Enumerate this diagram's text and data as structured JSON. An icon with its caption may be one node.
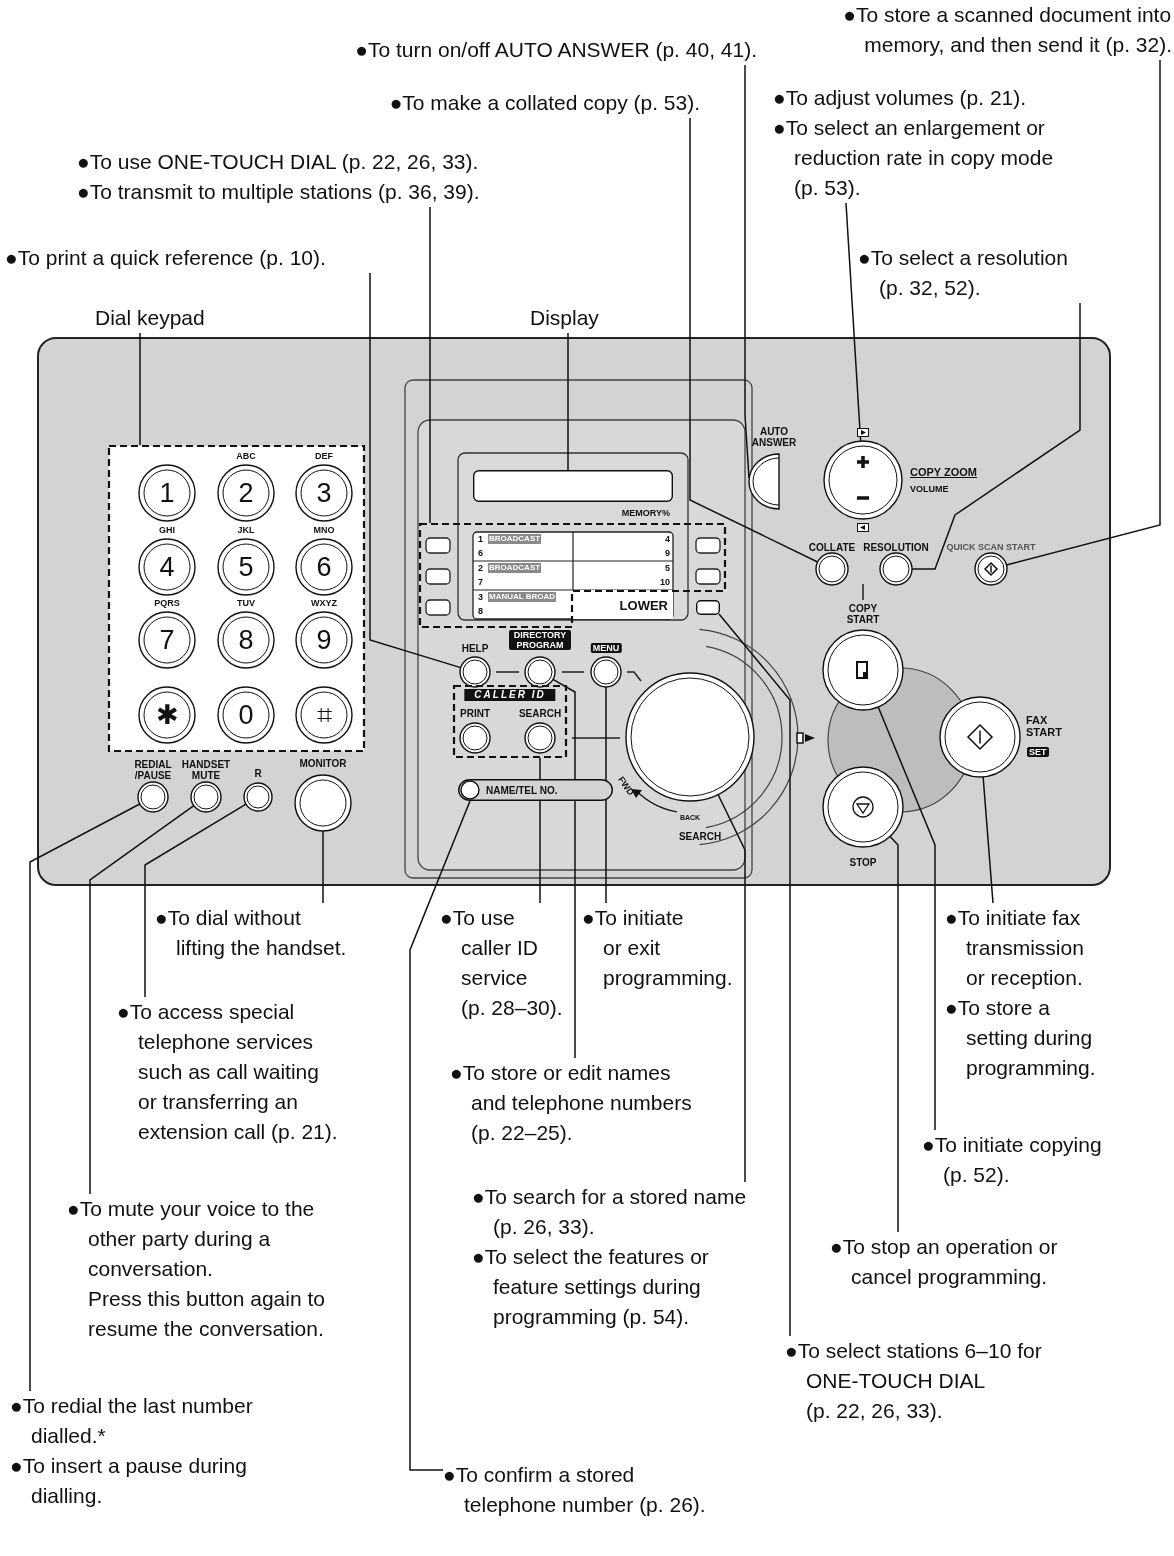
{
  "diagram": {
    "nodes": [
      {
        "text": [],
        "shape": "box"
      },
      {
        "text": [
          "1"
        ],
        "in": 0
      },
      {
        "text": [
          "ABC",
          "2"
        ],
        "in": 0
      },
      {
        "text": [
          "DEF",
          "3"
        ],
        "in": 0
      },
      {
        "text": [
          "GHI",
          "4"
        ],
        "in": 0
      },
      {
        "text": [
          "JKL",
          "5"
        ],
        "in": 0
      },
      {
        "text": [
          "MNO",
          "6"
        ],
        "in": 0
      },
      {
        "text": [
          "PQRS",
          "7"
        ],
        "in": 0
      },
      {
        "text": [
          "TUV",
          "8"
        ],
        "in": 0
      },
      {
        "text": [
          "WXYZ",
          "9"
        ],
        "in": 0
      },
      {
        "text": [
          "✱"
        ],
        "in": 0
      },
      {
        "text": [
          "0"
        ],
        "in": 0
      },
      {
        "text": [
          "⌗"
        ],
        "in": 0
      },
      {
        "text": [
          "REDIAL /PAUSE"
        ]
      },
      {
        "text": [
          "HANDSET MUTE"
        ]
      },
      {
        "text": [
          "R"
        ]
      },
      {
        "text": [
          "MONITOR"
        ]
      },
      {
        "text": [],
        "shape": "box"
      },
      {
        "text": [],
        "shape": "box"
      },
      {
        "text": [],
        "shape": "box"
      },
      {
        "text": [
          "HELP"
        ]
      },
      {
        "text": [
          "DIRECTORY PROGRAM"
        ]
      },
      {
        "text": [
          "MENU"
        ]
      },
      {
        "text": [
          "CALLER ID"
        ]
      },
      {
        "text": [
          "PRINT"
        ],
        "in": 23
      },
      {
        "text": [
          "SEARCH"
        ],
        "in": 23
      },
      {
        "text": [
          "NAME/TEL NO."
        ]
      },
      {
        "text": [
          "FWD",
          "BACK",
          "SEARCH"
        ]
      },
      {
        "text": [
          "AUTO ANSWER"
        ]
      },
      {
        "text": [],
        "shape": "circle",
        "beside": [
          "COPY ZOOM",
          "VOLUME"
        ]
      },
      {
        "text": [
          "COLLATE"
        ]
      },
      {
        "text": [
          "RESOLUTION"
        ]
      },
      {
        "text": [
          "QUICK SCAN START"
        ]
      },
      {
        "text": [
          "COPY START"
        ]
      },
      {
        "text": [
          "FAX START",
          "SET"
        ]
      },
      {
        "text": [
          "STOP"
        ]
      },
      {
        "text": [
          "Dial keypad"
        ]
      },
      {
        "text": [
          "Display"
        ]
      },
      {
        "text": [
          "●To print a quick reference (p. 10)."
        ]
      },
      {
        "text": [
          "●To use ONE-TOUCH DIAL (p. 22, 26, 33).",
          "●To transmit to multiple stations (p. 36, 39)."
        ]
      },
      {
        "text": [
          "●To turn on/off AUTO ANSWER (p. 40, 41)."
        ]
      },
      {
        "text": [
          "●To make a collated copy (p. 53)."
        ]
      },
      {
        "text": [
          "●To store a scanned document into memory, and then send it (p. 32)."
        ]
      },
      {
        "text": [
          "●To adjust volumes (p. 21).",
          "●To select an enlargement or reduction rate in copy mode (p. 53)."
        ]
      },
      {
        "text": [
          "●To select a resolution (p. 32, 52)."
        ]
      },
      {
        "text": [
          "●To dial without lifting the handset."
        ]
      },
      {
        "text": [
          "●To access special telephone services such as call waiting or transferring an extension call (p. 21)."
        ]
      },
      {
        "text": [
          "●To mute your voice to the other party during a conversation.",
          "Press this button again to resume the conversation."
        ]
      },
      {
        "text": [
          "●To redial the last number dialled.*",
          "●To insert a pause during dialling."
        ]
      },
      {
        "text": [
          "●To use caller ID service (p. 28–30)."
        ]
      },
      {
        "text": [
          "●To initiate or exit programming."
        ]
      },
      {
        "text": [
          "●To store or edit names and telephone numbers (p. 22–25)."
        ]
      },
      {
        "text": [
          "●To search for a stored name (p. 26, 33).",
          "●To select the features or feature settings during programming (p. 54)."
        ]
      },
      {
        "text": [
          "●To confirm a stored telephone number (p. 26)."
        ]
      },
      {
        "text": [
          "●To select stations 6–10 for ONE-TOUCH DIAL (p. 22, 26, 33)."
        ]
      },
      {
        "text": [
          "●To stop an operation or cancel programming."
        ]
      },
      {
        "text": [
          "●To initiate copying (p. 52)."
        ]
      },
      {
        "text": [
          "●To initiate fax transmission or reception.",
          "●To store a setting during programming."
        ]
      }
    ],
    "edges": [
      {
        "from": 36,
        "to": 0,
        "arrow": "none"
      },
      {
        "from": 37,
        "to": 17,
        "arrow": "none"
      },
      {
        "from": 38,
        "to": 20,
        "arrow": "none"
      },
      {
        "from": 39,
        "to": 18,
        "arrow": "none"
      },
      {
        "from": 40,
        "to": 28,
        "arrow": "none"
      },
      {
        "from": 41,
        "to": 30,
        "arrow": "none"
      },
      {
        "from": 42,
        "to": 32,
        "arrow": "none"
      },
      {
        "from": 43,
        "to": 29,
        "arrow": "none"
      },
      {
        "from": 44,
        "to": 31,
        "arrow": "none"
      },
      {
        "from": 45,
        "to": 16,
        "arrow": "none"
      },
      {
        "from": 46,
        "to": 15,
        "arrow": "none"
      },
      {
        "from": 47,
        "to": 14,
        "arrow": "none"
      },
      {
        "from": 48,
        "to": 13,
        "arrow": "none"
      },
      {
        "from": 49,
        "to": 23,
        "arrow": "none"
      },
      {
        "from": 50,
        "to": 22,
        "arrow": "none"
      },
      {
        "from": 51,
        "to": 21,
        "arrow": "none"
      },
      {
        "from": 52,
        "to": 27,
        "arrow": "none"
      },
      {
        "from": 53,
        "to": 26,
        "arrow": "none"
      },
      {
        "from": 54,
        "to": 19,
        "arrow": "none"
      },
      {
        "from": 55,
        "to": 35,
        "arrow": "none"
      },
      {
        "from": 56,
        "to": 33,
        "arrow": "none"
      },
      {
        "from": 57,
        "to": 34,
        "arrow": "none"
      }
    ],
    "labels": [
      "MEMORY%",
      "1",
      "BROADCAST",
      "4",
      "6",
      "9",
      "2",
      "BROADCAST",
      "5",
      "7",
      "10",
      "3",
      "MANUAL BROAD",
      "8",
      "LOWER"
    ]
  }
}
